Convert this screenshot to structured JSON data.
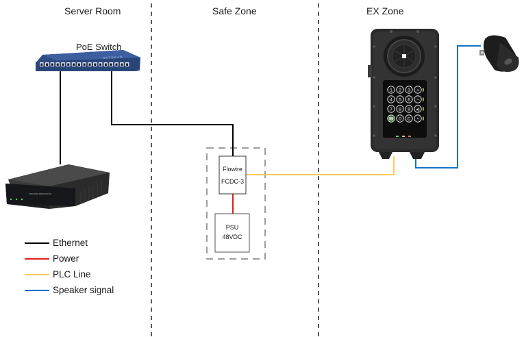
{
  "zones": [
    {
      "id": "server-room",
      "title": "Server Room"
    },
    {
      "id": "safe-zone",
      "title": "Safe Zone"
    },
    {
      "id": "ex-zone",
      "title": "EX Zone"
    }
  ],
  "devices": {
    "poe_switch": {
      "label": "PoE Switch",
      "icon": "network-switch-icon",
      "brand_text": "NETGEAR"
    },
    "server": {
      "icon": "intercom-server-icon",
      "brand_text": "VINGTOR STENTOFON"
    },
    "flowire": {
      "line1": "Flowire",
      "line2": "FCDC-3"
    },
    "psu": {
      "line1": "PSU",
      "line2": "48VDC"
    },
    "intercom": {
      "icon": "ex-intercom-station-icon",
      "keys": [
        "1",
        "2",
        "3",
        "+",
        "4",
        "5",
        "6",
        "−",
        "7",
        "8",
        "9",
        "◂)",
        "☎",
        "0",
        "C",
        "•"
      ]
    },
    "horn_speaker": {
      "icon": "horn-speaker-icon"
    }
  },
  "colors": {
    "ethernet": "#000000",
    "power": "#e51c1c",
    "plc": "#ffc95c",
    "speaker": "#1472c4",
    "zone_divider": "#000000",
    "enclosure": "#7f7f7f"
  },
  "legend": [
    {
      "key": "ethernet",
      "label": "Ethernet",
      "color": "#000000"
    },
    {
      "key": "power",
      "label": "Power",
      "color": "#e51c1c"
    },
    {
      "key": "plc",
      "label": "PLC Line",
      "color": "#ffc95c"
    },
    {
      "key": "speaker",
      "label": "Speaker signal",
      "color": "#1472c4"
    }
  ]
}
